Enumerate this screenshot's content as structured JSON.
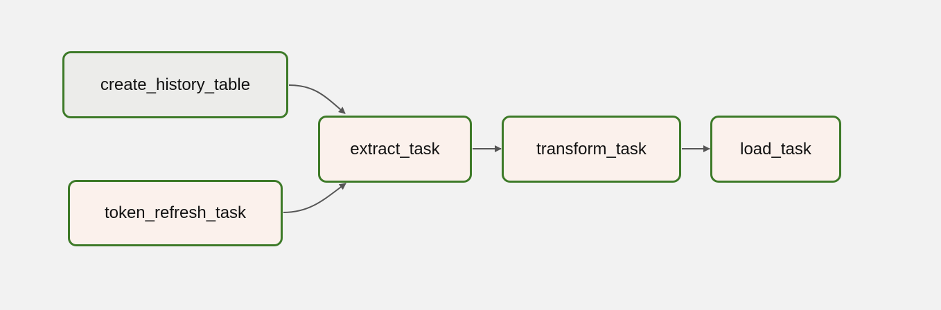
{
  "colors": {
    "background": "#f2f2f2",
    "border": "#3d7a28",
    "edge": "#555555",
    "node_queued": "#ececea",
    "node_default": "#fbf1ec"
  },
  "nodes": [
    {
      "id": "create_history_table",
      "label": "create_history_table",
      "fill": "#ececea"
    },
    {
      "id": "token_refresh_task",
      "label": "token_refresh_task",
      "fill": "#fbf1ec"
    },
    {
      "id": "extract_task",
      "label": "extract_task",
      "fill": "#fbf1ec"
    },
    {
      "id": "transform_task",
      "label": "transform_task",
      "fill": "#fbf1ec"
    },
    {
      "id": "load_task",
      "label": "load_task",
      "fill": "#fbf1ec"
    }
  ],
  "edges": [
    {
      "from": "create_history_table",
      "to": "extract_task"
    },
    {
      "from": "token_refresh_task",
      "to": "extract_task"
    },
    {
      "from": "extract_task",
      "to": "transform_task"
    },
    {
      "from": "transform_task",
      "to": "load_task"
    }
  ]
}
